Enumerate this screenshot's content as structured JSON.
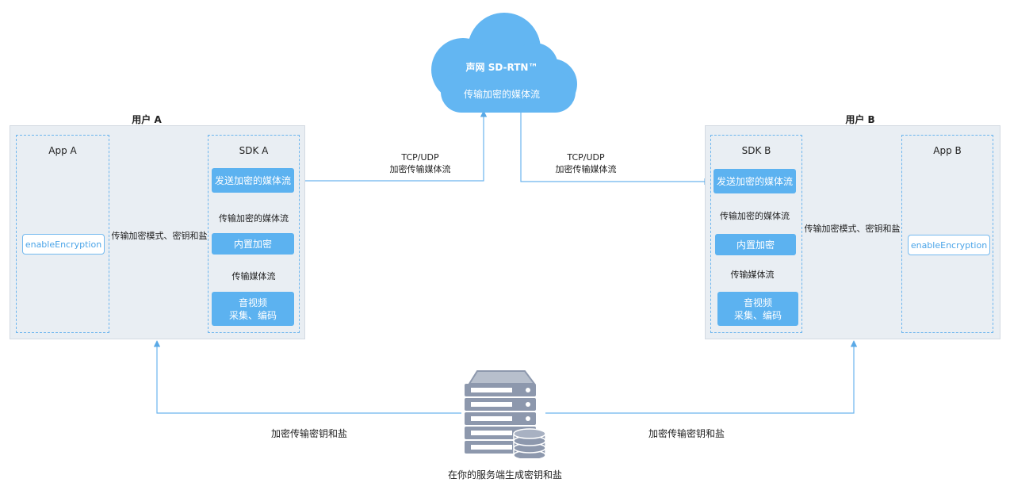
{
  "cloud": {
    "title": "声网 SD-RTN™",
    "subtitle": "传输加密的媒体流"
  },
  "user_a": {
    "title": "用户 A",
    "app_label": "App A",
    "sdk_label": "SDK A",
    "api_button": "enableEncryption",
    "send_box": "发送加密的媒体流",
    "encrypt_box": "内置加密",
    "capture_box_line1": "音视频",
    "capture_box_line2": "采集、编码",
    "label_encrypted_stream": "传输加密的媒体流",
    "label_media_stream": "传输媒体流",
    "label_mode_key": "传输加密模式、密钥和盐"
  },
  "user_b": {
    "title": "用户 B",
    "app_label": "App B",
    "sdk_label": "SDK B",
    "api_button": "enableEncryption",
    "send_box": "发送加密的媒体流",
    "encrypt_box": "内置加密",
    "capture_box_line1": "音视频",
    "capture_box_line2": "采集、编码",
    "label_encrypted_stream": "传输加密的媒体流",
    "label_media_stream": "传输媒体流",
    "label_mode_key": "传输加密模式、密钥和盐"
  },
  "links": {
    "left_tcp_line1": "TCP/UDP",
    "left_tcp_line2": "加密传输媒体流",
    "right_tcp_line1": "TCP/UDP",
    "right_tcp_line2": "加密传输媒体流",
    "key_left": "加密传输密钥和盐",
    "key_right": "加密传输密钥和盐"
  },
  "server": {
    "caption": "在你的服务端生成密钥和盐",
    "icon": "server-database-icon"
  },
  "colors": {
    "accent": "#5cb2f0",
    "cloud": "#63b6f2",
    "line": "#6cb5ee",
    "panel": "#e9eef3",
    "server": "#8d98ad"
  }
}
